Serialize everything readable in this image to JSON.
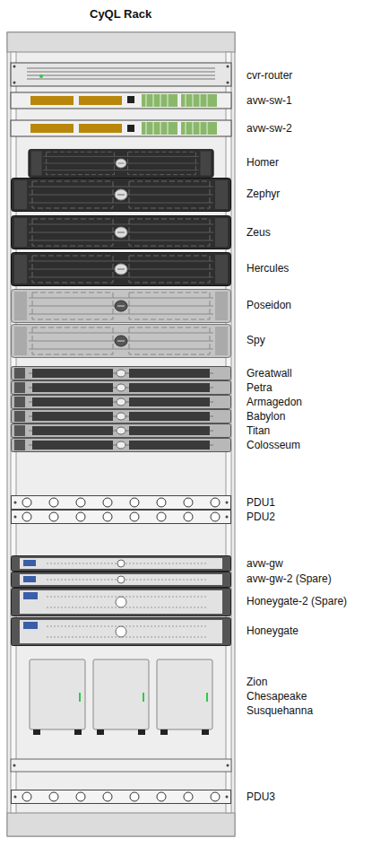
{
  "diagram": {
    "title": "CyQL Rack",
    "labels": [
      "cvr-router",
      "avw-sw-1",
      "avw-sw-2",
      "Homer",
      "Zephyr",
      "Zeus",
      "Hercules",
      "Poseidon",
      "Spy",
      "Greatwall",
      "Petra",
      "Armagedon",
      "Babylon",
      "Titan",
      "Colosseum",
      "PDU1",
      "PDU2",
      "avw-gw",
      "avw-gw-2 (Spare)",
      "Honeygate-2 (Spare)",
      "Honeygate",
      "Zion",
      "Chesapeake",
      "Susquehanna",
      "PDU3"
    ]
  }
}
